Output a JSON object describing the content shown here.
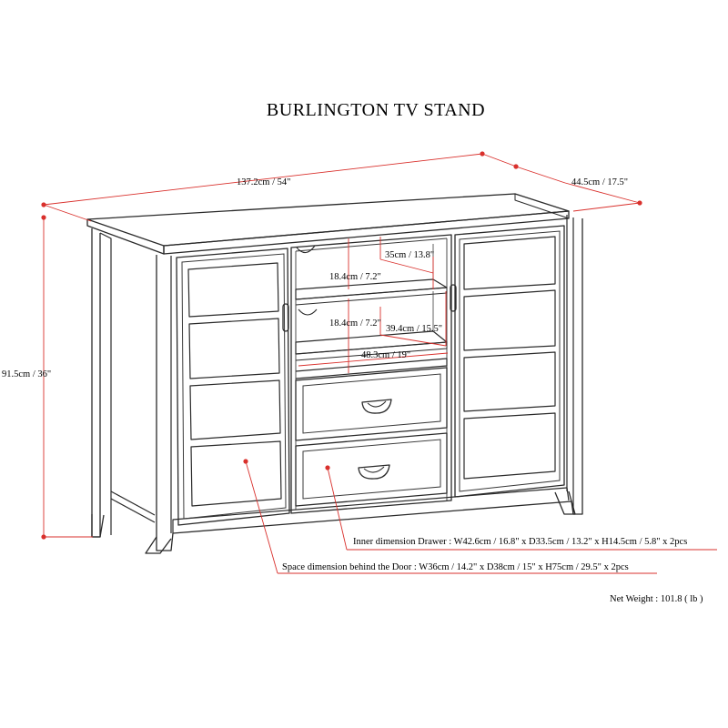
{
  "title": "BURLINGTON TV STAND",
  "dimensions": {
    "width": "137.2cm / 54\"",
    "depth": "44.5cm / 17.5\"",
    "height": "91.5cm / 36\"",
    "shelf_height_top": "18.4cm / 7.2\"",
    "shelf_height_mid": "18.4cm / 7.2\"",
    "shelf_depth_top": "35cm / 13.8\"",
    "shelf_depth_mid": "39.4cm / 15.5\"",
    "shelf_width": "48.3cm / 19\""
  },
  "notes": {
    "drawer": "Inner dimension Drawer : W42.6cm / 16.8\" x D33.5cm / 13.2\" x H14.5cm / 5.8\" x 2pcs",
    "door_space": "Space dimension behind the Door  : W36cm / 14.2\" x D38cm / 15\" x H75cm / 29.5\" x 2pcs",
    "net_weight": "Net Weight :  101.8  ( lb )"
  },
  "colors": {
    "dimension_line": "#d9302c",
    "outline": "#2a2a2a"
  }
}
